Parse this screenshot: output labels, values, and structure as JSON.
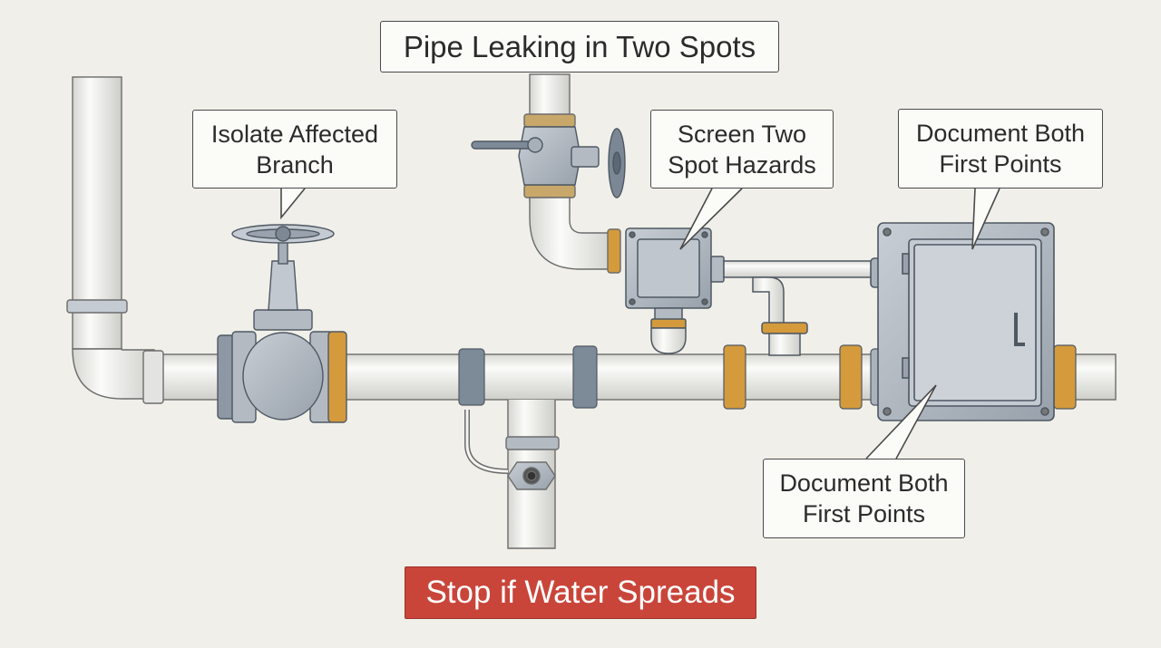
{
  "title": "Pipe Leaking in Two Spots",
  "callouts": {
    "isolate": {
      "line1": "Isolate Affected",
      "line2": "Branch"
    },
    "screen": {
      "line1": "Screen Two",
      "line2": "Spot Hazards"
    },
    "document_top": {
      "line1": "Document Both",
      "line2": "First Points"
    },
    "document_bottom": {
      "line1": "Document Both",
      "line2": "First Points"
    }
  },
  "warning": "Stop if Water Spreads",
  "colors": {
    "background": "#f0efe9",
    "pipe": "#f6f6f3",
    "steel": "#b3bac2",
    "brass": "#d49a3c",
    "coupling": "#7d8a98",
    "warning": "#c9453a"
  },
  "icons": [
    "gate-valve-icon",
    "ball-valve-icon",
    "handwheel-icon",
    "junction-box-icon",
    "electrical-panel-icon",
    "drain-plug-icon"
  ]
}
